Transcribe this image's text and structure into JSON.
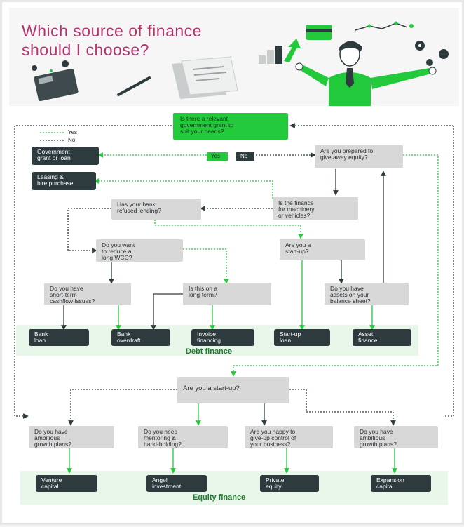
{
  "header": {
    "title_line1": "Which source of finance",
    "title_line2": "should I choose?"
  },
  "legend": {
    "yes_label": "Yes",
    "no_label": "No"
  },
  "colors": {
    "title": "#b5346e",
    "green": "#22c93a",
    "dark_node": "#2d3a3e",
    "question_node": "#d8d8d8",
    "band": "#e9f6ea"
  },
  "nodes": {
    "q_grant": "Is there a relevant\ngovernment grant to\nsuit your needs?",
    "yes_tag": "Yes",
    "no_tag": "No",
    "q_equity": "Are you prepared to\ngive away equity?",
    "q_bank_refused": "Has your bank\nrefused lending?",
    "q_machinery": "Is the finance\nfor machinery\nor vehicles?",
    "q_wcc": "Do you want\nto reduce a\nlong WCC?",
    "q_startup_debt": "Are you a\nstart-up?",
    "q_cashflow": "Do you have\nshort-term\ncashflow issues?",
    "q_long_term": "Is this on a\nlong-term?",
    "q_assets": "Do you have\nassets on your\nbalance sheet?",
    "q_startup_equity": "Are you a start-up?",
    "q_growth1": "Do you have\nambitious\ngrowth plans?",
    "q_mentoring": "Do you need\nmentoring &\nhand-holding?",
    "q_control": "Are you happy to\ngive-up control of\nyour business?",
    "q_growth2": "Do you have\nambitious\ngrowth plans?"
  },
  "outcomes": {
    "government_grant": "Government\ngrant or loan",
    "leasing": "Leasing &\nhire purchase",
    "bank_loan": "Bank\nloan",
    "bank_overdraft": "Bank\noverdraft",
    "invoice_financing": "Invoice\nfinancing",
    "startup_loan": "Start-up\nloan",
    "asset_finance": "Asset\nfinance",
    "venture_capital": "Venture\ncapital",
    "angel_investment": "Angel\ninvestment",
    "private_equity": "Private\nequity",
    "expansion_capital": "Expansion\ncapital"
  },
  "sections": {
    "debt": "Debt finance",
    "equity": "Equity finance"
  }
}
